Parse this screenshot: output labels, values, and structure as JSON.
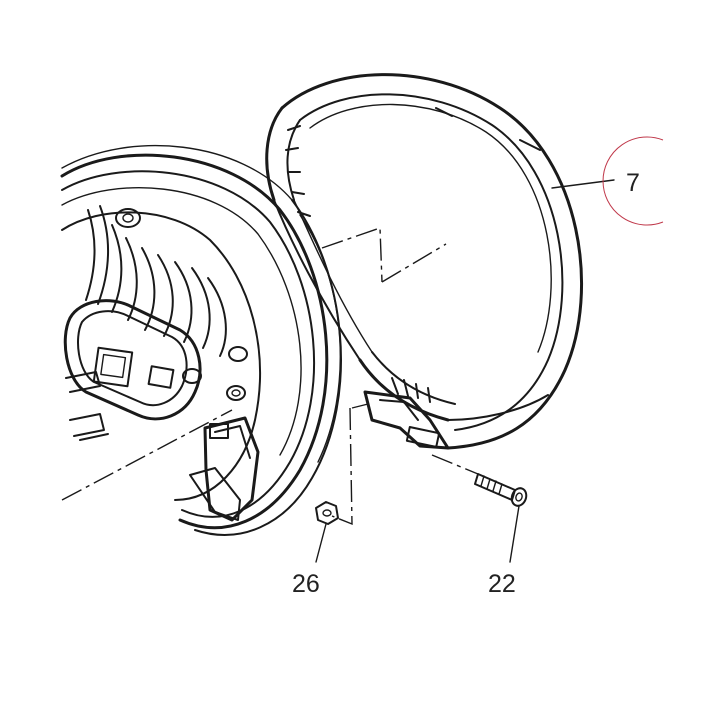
{
  "labels": {
    "ring": "7",
    "nut": "26",
    "screw": "22"
  },
  "colors": {
    "ink": "#1a1a1a",
    "highlight_circle": "#c0394b",
    "background": "#ffffff"
  }
}
